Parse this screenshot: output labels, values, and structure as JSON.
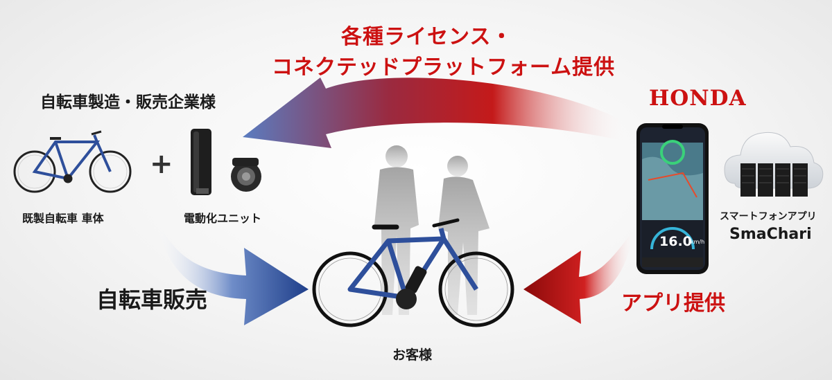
{
  "top_title": {
    "line1": "各種ライセンス・",
    "line2": "コネクテッドプラットフォーム提供"
  },
  "manufacturer": {
    "heading": "自転車製造・販売企業様",
    "bike_label": "既製自転車 車体",
    "plus": "+",
    "unit_label": "電動化ユニット"
  },
  "honda": {
    "logo": "HONDA",
    "app_caption": "スマートフォンアプリ",
    "app_name": "SmaChari"
  },
  "phone": {
    "speed": "16.0",
    "unit": "km/h"
  },
  "flows": {
    "bike_sales": "自転車販売",
    "app_provision": "アプリ提供"
  },
  "customer": {
    "label": "お客様"
  },
  "colors": {
    "red": "#cc1111",
    "blue": "#2e4f9b",
    "dark": "#1a1a1a"
  }
}
